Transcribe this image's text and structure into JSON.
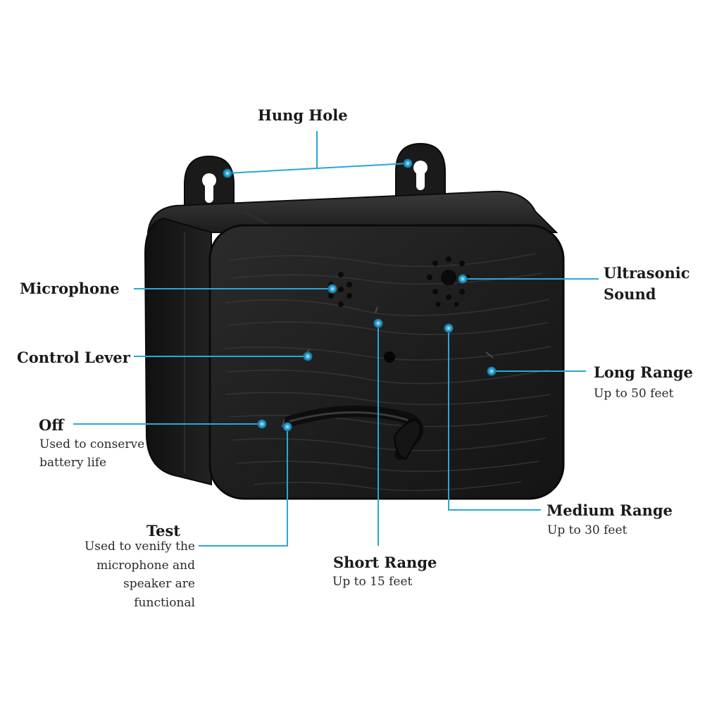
{
  "colors": {
    "callout": "#2AA7D8",
    "device_body": "#1b1b1b",
    "device_face": "#202020",
    "text": "#1a1a1a"
  },
  "labels": {
    "hung_hole": "Hung Hole",
    "microphone": "Microphone",
    "ultrasonic_line1": "Ultrasonic",
    "ultrasonic_line2": "Sound",
    "control_lever": "Control Lever",
    "long_range": "Long Range",
    "long_range_sub": "Up to 50 feet",
    "off": "Off",
    "off_sub1": "Used to conserve",
    "off_sub2": "battery life",
    "medium_range": "Medium Range",
    "medium_range_sub": "Up to 30 feet",
    "test": "Test",
    "test_sub1": "Used to venify the",
    "test_sub2": "microphone and",
    "test_sub3": "speaker are",
    "test_sub4": "functional",
    "short_range": "Short Range",
    "short_range_sub": "Up to 15 feet"
  }
}
